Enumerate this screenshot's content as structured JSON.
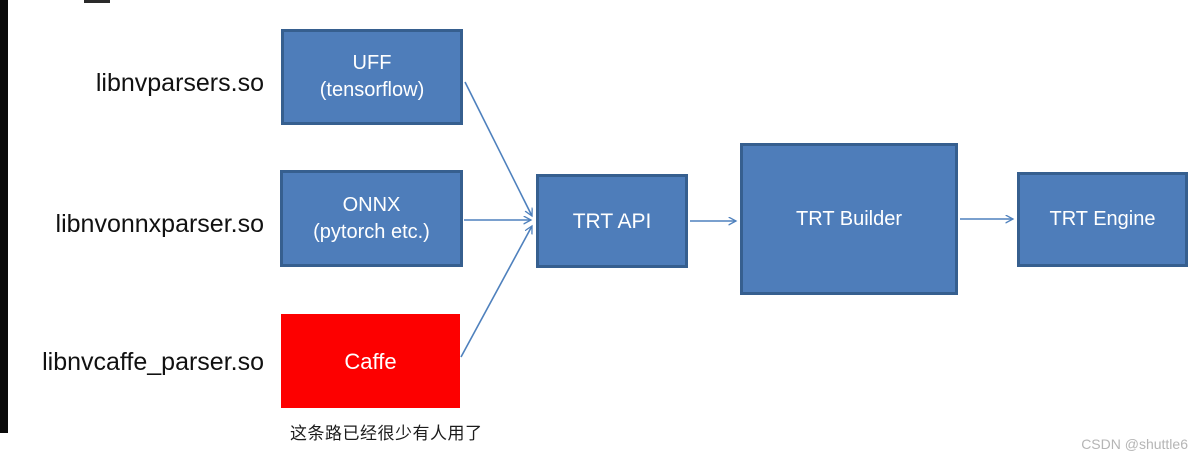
{
  "page": {
    "background": "#ffffff"
  },
  "diagram": {
    "colors": {
      "page_bg": "#ffffff",
      "node_fill": "#4e7dba",
      "node_border": "#365f8f",
      "node_text": "#ffffff",
      "caffe_fill": "#fd0000",
      "arrow": "#4f81bd",
      "label_text": "#111111",
      "caption_text": "#1c1c1c",
      "watermark_color": "#b5b5b5"
    },
    "library_labels": [
      {
        "id": "libnvparsers",
        "text": "libnvparsers.so"
      },
      {
        "id": "libnvonnxparser",
        "text": "libnvonnxparser.so"
      },
      {
        "id": "libnvcaffe-parser",
        "text": "libnvcaffe_parser.so"
      }
    ],
    "nodes": [
      {
        "id": "uff",
        "line1": "UFF",
        "line2": "(tensorflow)"
      },
      {
        "id": "onnx",
        "line1": "ONNX",
        "line2": "(pytorch etc.)"
      },
      {
        "id": "caffe",
        "line1": "Caffe",
        "line2": ""
      },
      {
        "id": "trt-api",
        "line1": "TRT API",
        "line2": ""
      },
      {
        "id": "trt-builder",
        "line1": "TRT Builder",
        "line2": ""
      },
      {
        "id": "trt-engine",
        "line1": "TRT Engine",
        "line2": ""
      }
    ],
    "edges": [
      {
        "from": "uff",
        "to": "trt-api"
      },
      {
        "from": "onnx",
        "to": "trt-api"
      },
      {
        "from": "caffe",
        "to": "trt-api"
      },
      {
        "from": "trt-api",
        "to": "trt-builder"
      },
      {
        "from": "trt-builder",
        "to": "trt-engine"
      }
    ],
    "caption": "这条路已经很少有人用了"
  },
  "watermark": {
    "text": "CSDN @shuttle6"
  }
}
